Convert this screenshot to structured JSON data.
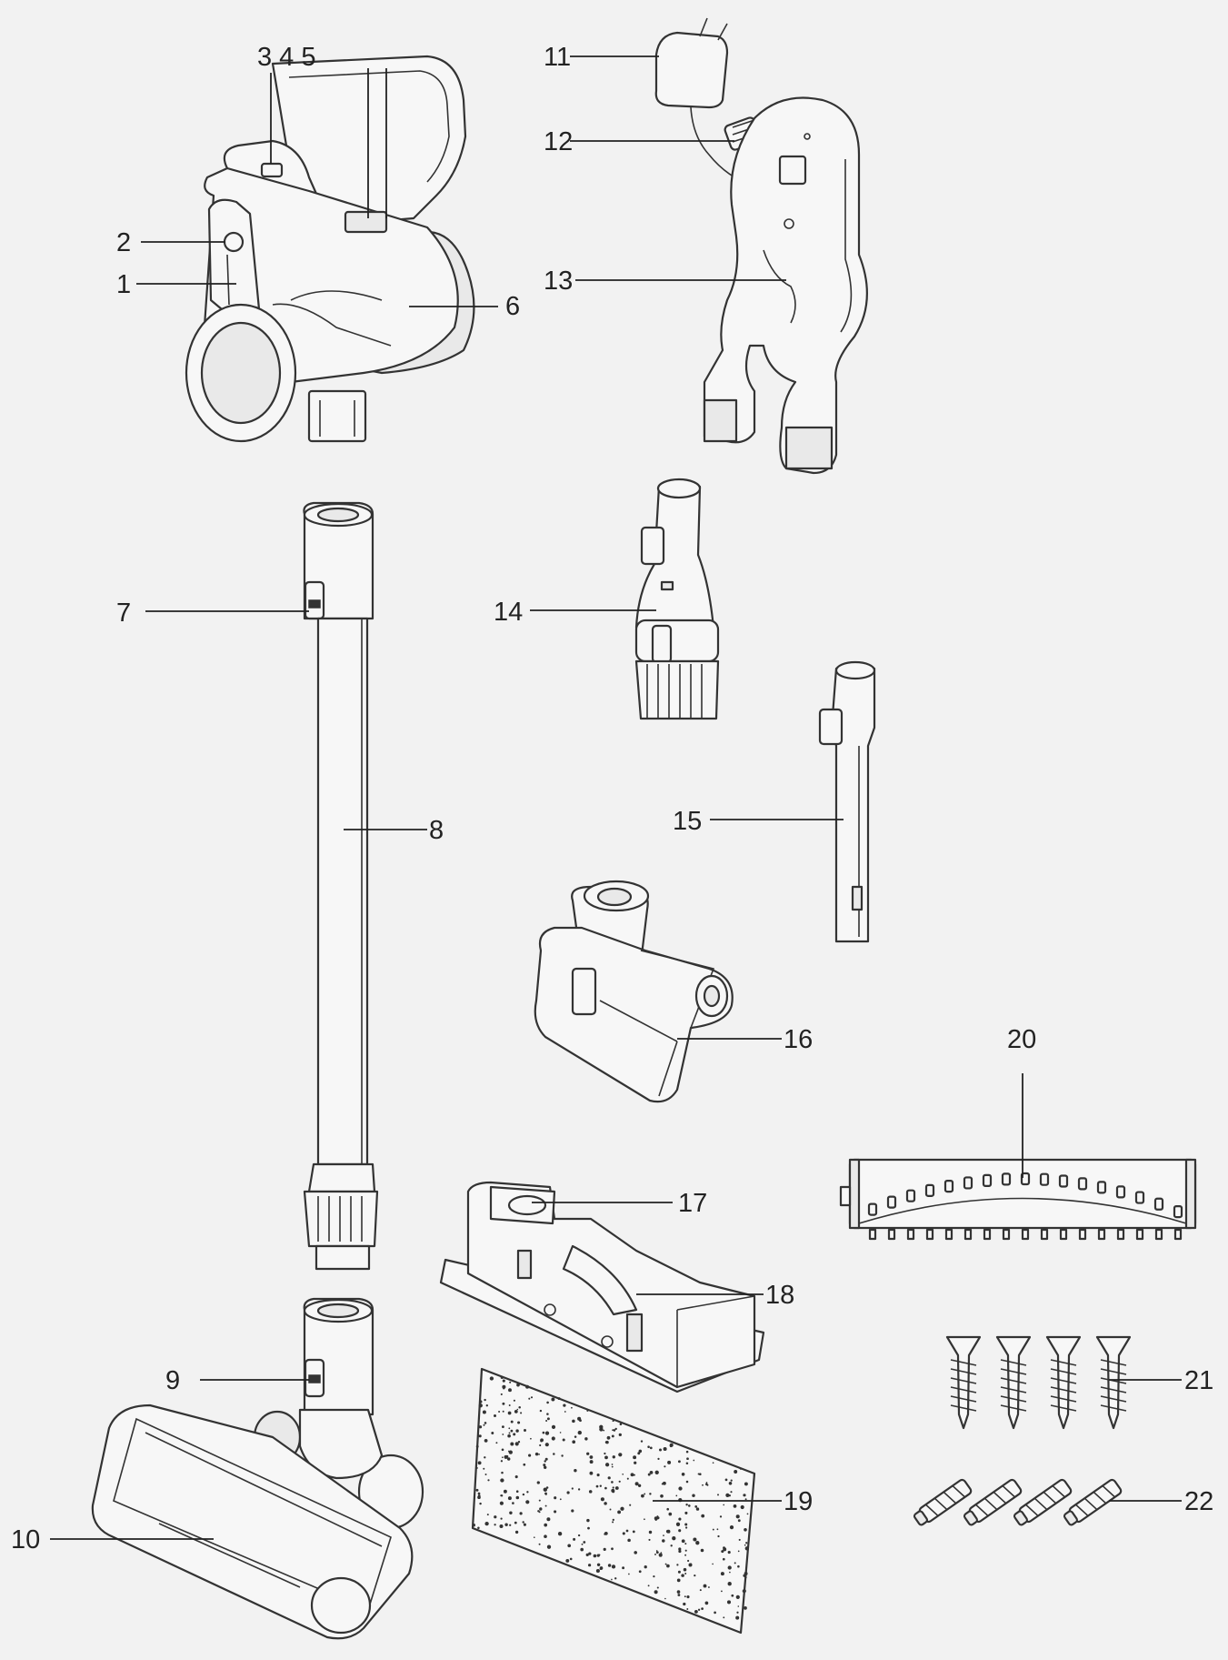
{
  "diagram": {
    "labels": [
      {
        "id": "1",
        "text": "1"
      },
      {
        "id": "2",
        "text": "2"
      },
      {
        "id": "345",
        "text": "3 4 5"
      },
      {
        "id": "6",
        "text": "6"
      },
      {
        "id": "7",
        "text": "7"
      },
      {
        "id": "8",
        "text": "8"
      },
      {
        "id": "9",
        "text": "9"
      },
      {
        "id": "10",
        "text": "10"
      },
      {
        "id": "11",
        "text": "11"
      },
      {
        "id": "12",
        "text": "12"
      },
      {
        "id": "13",
        "text": "13"
      },
      {
        "id": "14",
        "text": "14"
      },
      {
        "id": "15",
        "text": "15"
      },
      {
        "id": "16",
        "text": "16"
      },
      {
        "id": "17",
        "text": "17"
      },
      {
        "id": "18",
        "text": "18"
      },
      {
        "id": "19",
        "text": "19"
      },
      {
        "id": "20",
        "text": "20"
      },
      {
        "id": "21",
        "text": "21"
      },
      {
        "id": "22",
        "text": "22"
      }
    ]
  }
}
